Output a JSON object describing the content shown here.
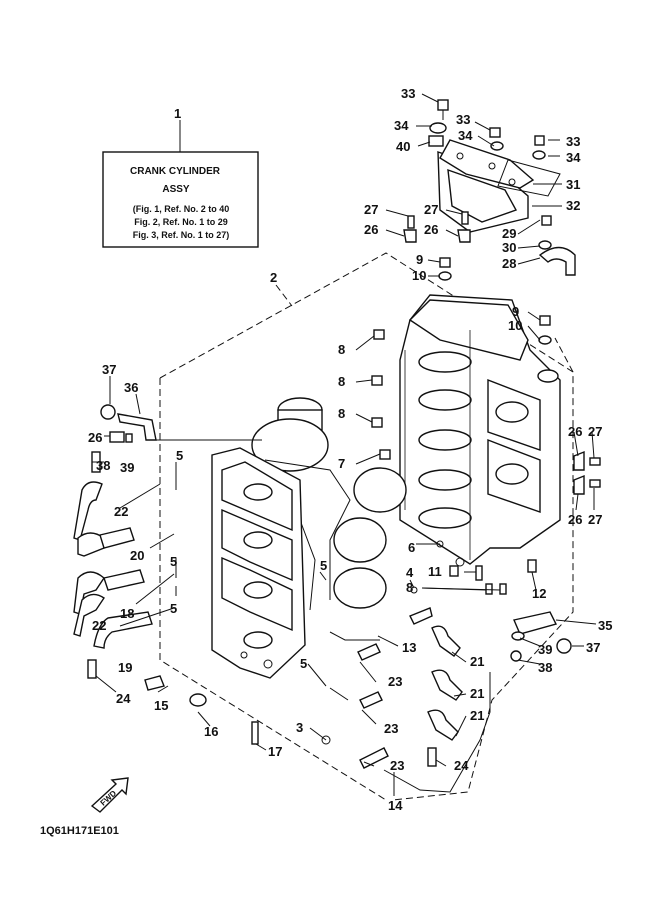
{
  "assembly_box": {
    "number": "1",
    "title_line1": "CRANK CYLINDER",
    "title_line2": "ASSY",
    "figures": [
      "(Fig. 1, Ref. No. 2 to 40",
      "Fig. 2, Ref. No. 1 to 29",
      "Fig. 3, Ref. No. 1 to 27)"
    ]
  },
  "fwd_label": "FWD",
  "diagram_code": "1Q61H171E101",
  "callouts": [
    "33",
    "34",
    "33",
    "34",
    "40",
    "33",
    "34",
    "31",
    "32",
    "27",
    "27",
    "26",
    "26",
    "29",
    "30",
    "28",
    "9",
    "10",
    "2",
    "9",
    "10",
    "8",
    "8",
    "8",
    "37",
    "36",
    "26",
    "38",
    "39",
    "7",
    "5",
    "22",
    "20",
    "5",
    "5",
    "18",
    "22",
    "19",
    "24",
    "15",
    "16",
    "17",
    "3",
    "23",
    "23",
    "23",
    "14",
    "24",
    "13",
    "21",
    "21",
    "21",
    "4",
    "6",
    "11",
    "8",
    "12",
    "26",
    "27",
    "26",
    "27",
    "35",
    "39",
    "37",
    "38",
    "5",
    "5"
  ]
}
